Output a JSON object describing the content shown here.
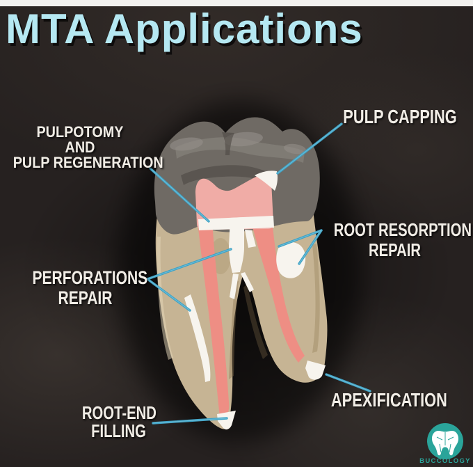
{
  "header": {
    "title": "MTA Applications"
  },
  "diagram_subject": "molar tooth cross-section showing MTA application sites",
  "annotations": {
    "pulpotomy": {
      "line1": "PULPOTOMY",
      "line2": "AND",
      "line3": "PULP REGENERATION"
    },
    "pulp_capping": {
      "text": "PULP CAPPING"
    },
    "root_resorption": {
      "line1": "ROOT RESORPTION",
      "line2": "REPAIR"
    },
    "perforations": {
      "line1": "PERFORATIONS",
      "line2": "REPAIR"
    },
    "root_end_filling": {
      "line1": "ROOT-END",
      "line2": "FILLING"
    },
    "apexification": {
      "text": "APEXIFICATION"
    }
  },
  "branding": {
    "name": "BUCCOLOGY"
  },
  "colors": {
    "title_text": "#b5e8f2",
    "label_text": "#f1ede6",
    "leader_line": "#3fa2c5",
    "top_bar": "#f2f1ef",
    "background": "#262120",
    "enamel_gray": "#6f6a64",
    "dentin_tan": "#c6b494",
    "pulp_pink": "#f0aca6",
    "canal_salmon": "#ee8e84",
    "mta_white": "#f7f4ee",
    "brand_teal": "#2aa49a"
  }
}
